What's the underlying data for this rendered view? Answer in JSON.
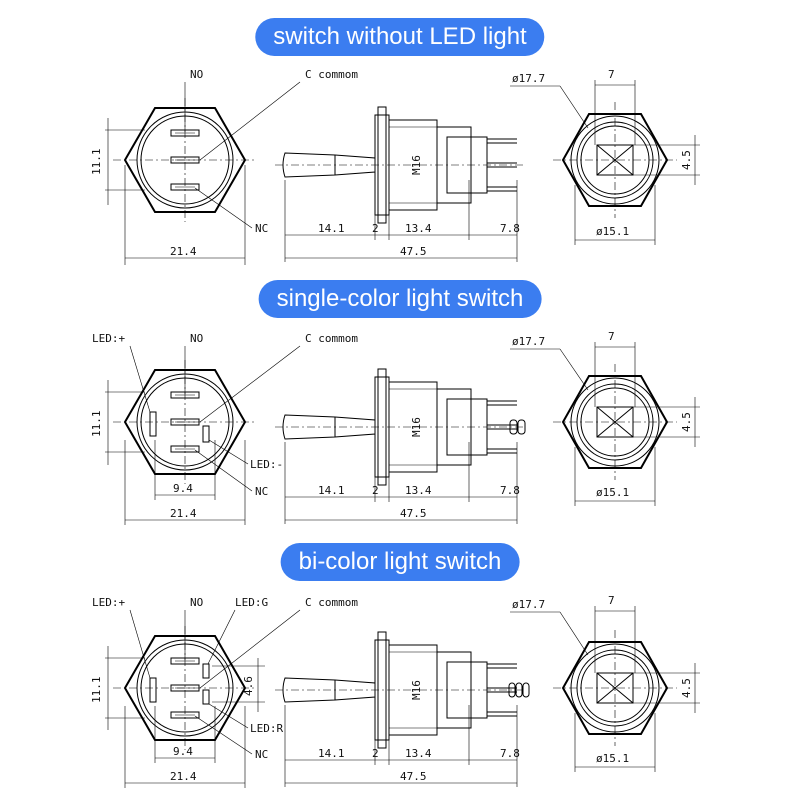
{
  "titles": [
    "switch without LED light",
    "single-color light switch",
    "bi-color light switch"
  ],
  "labels": {
    "no": "NO",
    "nc": "NC",
    "c_common": "C commom",
    "led_plus": "LED:+",
    "led_minus": "LED:-",
    "led_g": "LED:G",
    "led_r": "LED:R",
    "m16": "M16"
  },
  "dimensions": {
    "hex_height": "11.1",
    "hex_width": "21.4",
    "pin_spacing": "9.4",
    "led_pin_gap": "4.6",
    "lever_length": "14.1",
    "nut_thickness": "2",
    "body_length": "13.4",
    "pin_length": "7.8",
    "total_length": "47.5",
    "outer_dia": "ø17.7",
    "inner_dia": "ø15.1",
    "flat_width": "7",
    "flat_height": "4.5"
  },
  "colors": {
    "pill": "#3b7df0",
    "pill_text": "#ffffff",
    "line": "#000000"
  }
}
